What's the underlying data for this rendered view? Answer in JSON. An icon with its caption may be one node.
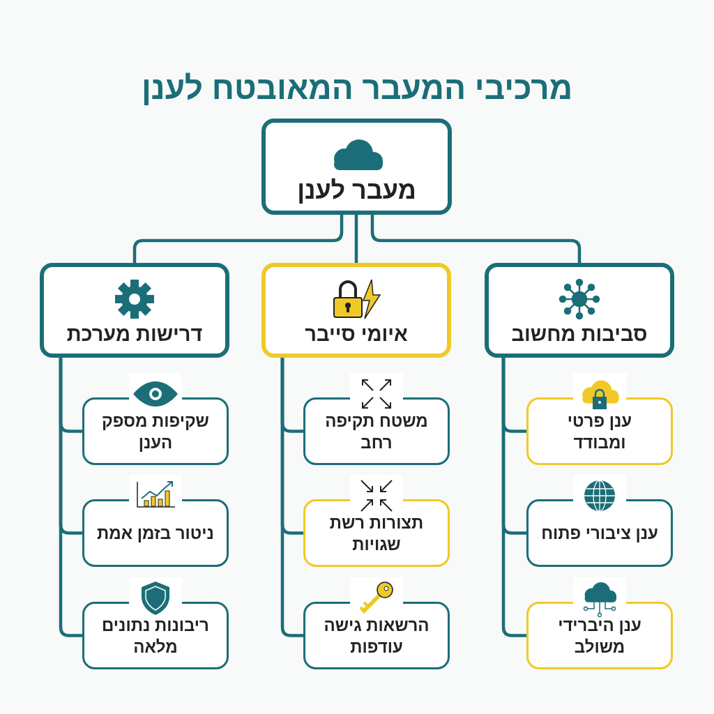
{
  "diagram": {
    "title": "מרכיבי המעבר המאובטח לענן",
    "nodes": [
      {
        "text": [
          "מעבר לענן"
        ]
      },
      {
        "text": [
          "סביבות מחשוב"
        ]
      },
      {
        "text": [
          "איומי סייבר"
        ]
      },
      {
        "text": [
          "דרישות מערכת"
        ]
      },
      {
        "text": [
          "ענן פרטי ומבודד"
        ]
      },
      {
        "text": [
          "ענן ציבורי פתוח"
        ]
      },
      {
        "text": [
          "ענן היברידי משולב"
        ]
      },
      {
        "text": [
          "משטח תקיפה רחב"
        ]
      },
      {
        "text": [
          "תצורות רשת שגויות"
        ]
      },
      {
        "text": [
          "הרשאות גישה עודפות"
        ]
      },
      {
        "text": [
          "שקיפות מספק הענן"
        ]
      },
      {
        "text": [
          "ניטור בזמן אמת"
        ]
      },
      {
        "text": [
          "ריבונות נתונים מלאה"
        ]
      }
    ],
    "edges": [
      {
        "from": 0,
        "to": 1,
        "arrow": "none"
      },
      {
        "from": 0,
        "to": 2,
        "arrow": "none"
      },
      {
        "from": 0,
        "to": 3,
        "arrow": "none"
      },
      {
        "from": 1,
        "to": 4,
        "arrow": "none"
      },
      {
        "from": 1,
        "to": 5,
        "arrow": "none"
      },
      {
        "from": 1,
        "to": 6,
        "arrow": "none"
      },
      {
        "from": 2,
        "to": 7,
        "arrow": "none"
      },
      {
        "from": 2,
        "to": 8,
        "arrow": "none"
      },
      {
        "from": 2,
        "to": 9,
        "arrow": "none"
      },
      {
        "from": 3,
        "to": 10,
        "arrow": "none"
      },
      {
        "from": 3,
        "to": 11,
        "arrow": "none"
      },
      {
        "from": 3,
        "to": 12,
        "arrow": "none"
      }
    ]
  }
}
